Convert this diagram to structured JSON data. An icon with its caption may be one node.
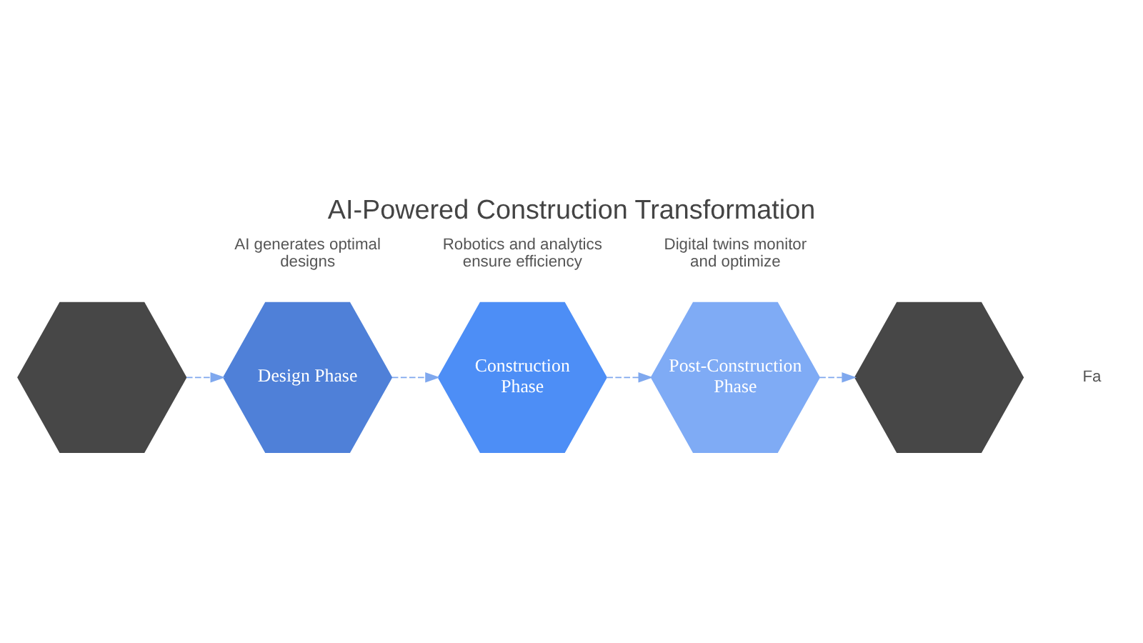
{
  "diagram": {
    "title": "AI-Powered Construction Transformation",
    "nodes": [
      {
        "text": [],
        "shape": "hexagon"
      },
      {
        "text": [
          "Design Phase"
        ],
        "beside": [
          "AI generates optimal designs"
        ]
      },
      {
        "text": [
          "Construction Phase"
        ],
        "beside": [
          "Robotics and analytics ensure efficiency"
        ]
      },
      {
        "text": [
          "Post-Construction Phase"
        ],
        "beside": [
          "Digital twins monitor and optimize"
        ]
      },
      {
        "text": [],
        "shape": "hexagon"
      }
    ],
    "edges": [
      {
        "from": 0,
        "to": 1,
        "arrow": "to",
        "style": "dashed"
      },
      {
        "from": 1,
        "to": 2,
        "arrow": "to",
        "style": "dashed"
      },
      {
        "from": 2,
        "to": 3,
        "arrow": "to",
        "style": "dashed"
      },
      {
        "from": 3,
        "to": 4,
        "arrow": "to",
        "style": "dashed"
      }
    ],
    "labels": [
      "Fa"
    ]
  }
}
